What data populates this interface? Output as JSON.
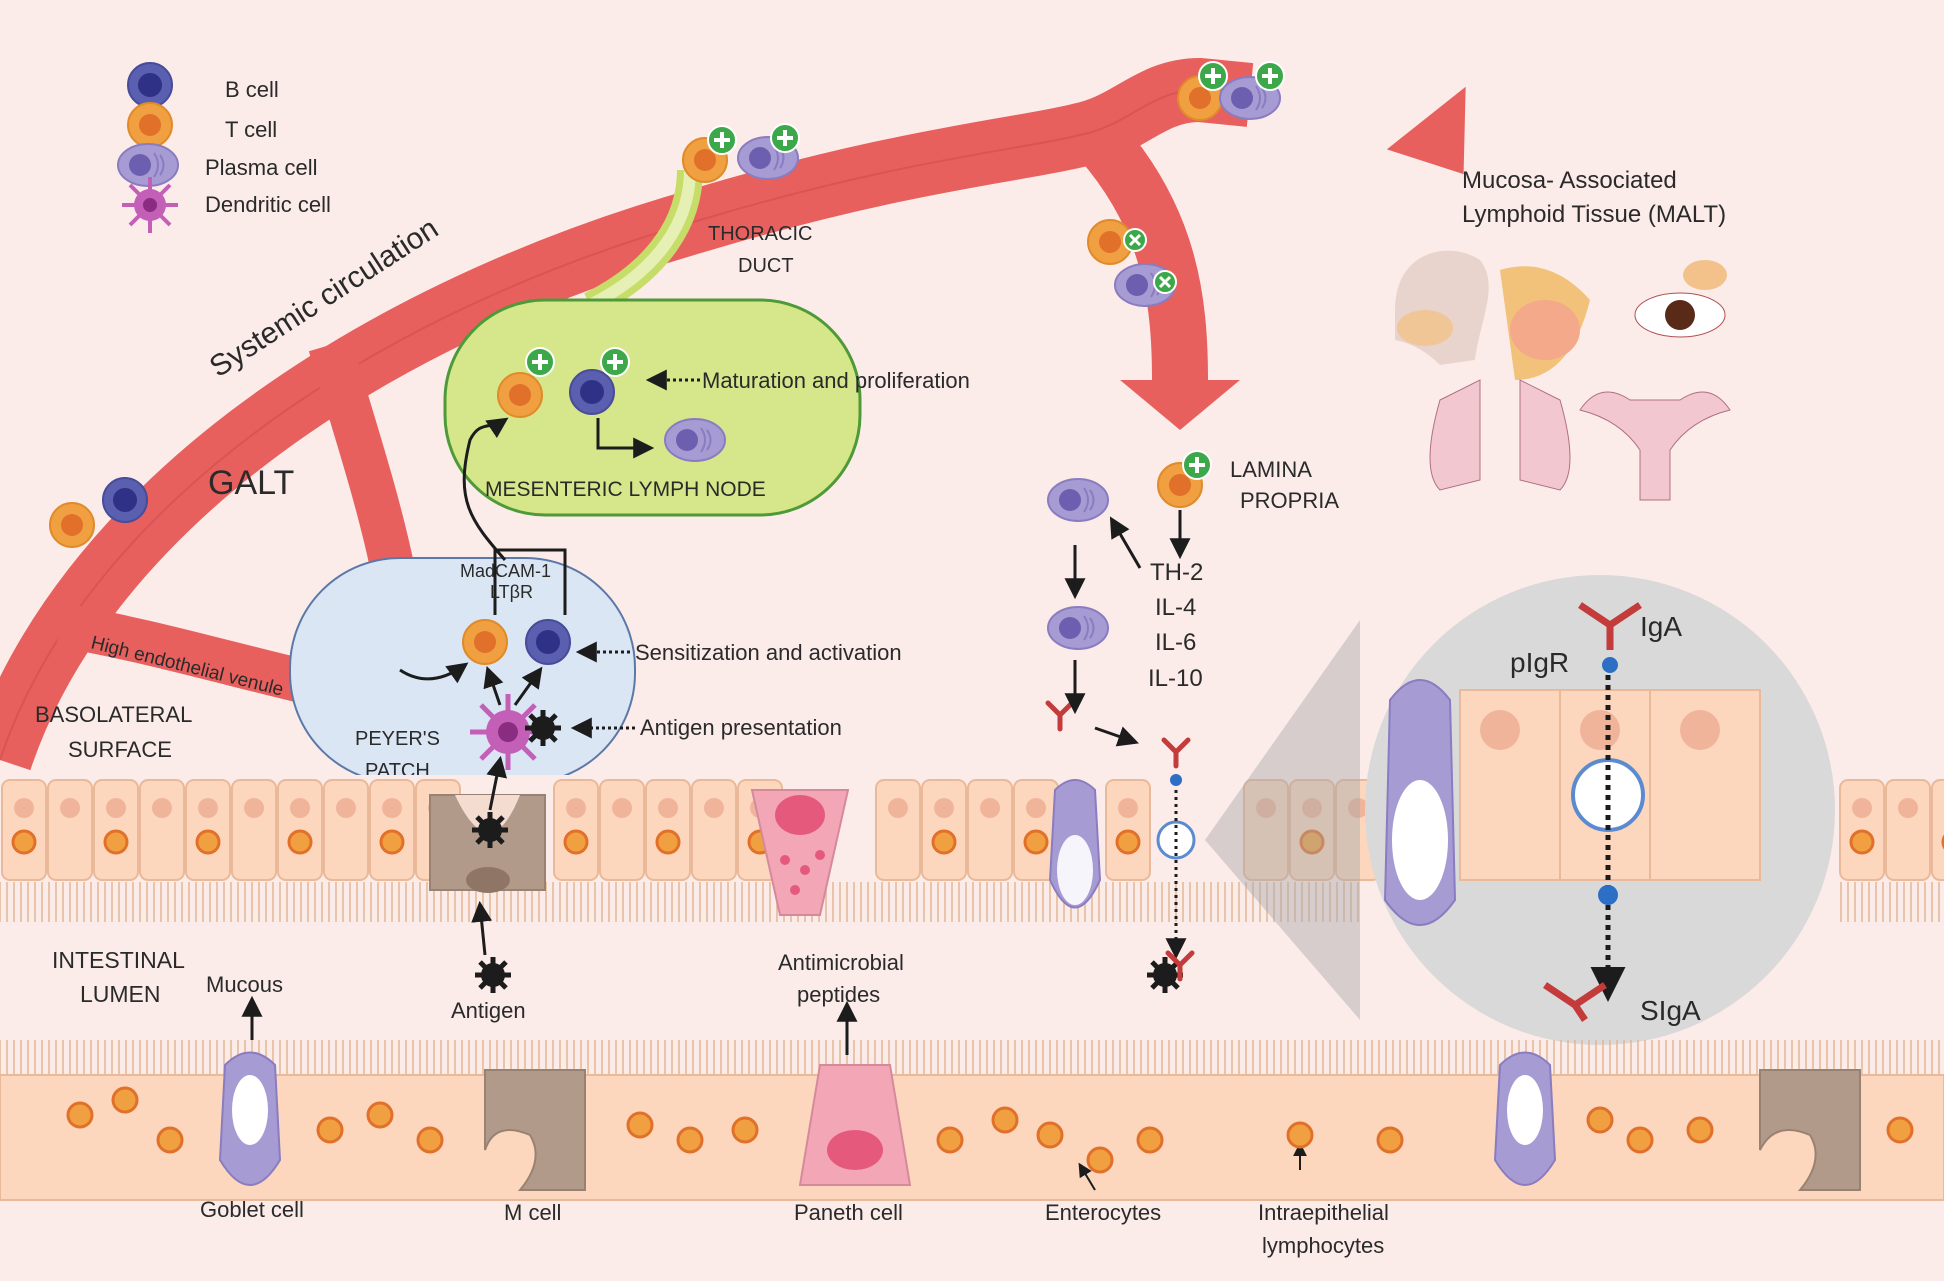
{
  "legend": {
    "b_cell": "B cell",
    "t_cell": "T cell",
    "plasma_cell": "Plasma cell",
    "dendritic_cell": "Dendritic cell"
  },
  "labels": {
    "systemic_circulation": "Systemic circulation",
    "galt": "GALT",
    "high_endothelial_venule": "High endothelial venule",
    "thoracic_duct_1": "THORACIC",
    "thoracic_duct_2": "DUCT",
    "maturation": "Maturation and proliferation",
    "mesenteric_lymph_node": "MESENTERIC LYMPH NODE",
    "madcam": "MadCAM-1",
    "ltbr": "LTβR",
    "sensitization": "Sensitization and activation",
    "antigen_presentation": "Antigen presentation",
    "peyers_1": "PEYER'S",
    "peyers_2": "PATCH",
    "basolateral_1": "BASOLATERAL",
    "basolateral_2": "SURFACE",
    "intestinal_1": "INTESTINAL",
    "intestinal_2": "LUMEN",
    "mucous": "Mucous",
    "antigen": "Antigen",
    "antimicrobial_1": "Antimicrobial",
    "antimicrobial_2": "peptides",
    "goblet_cell": "Goblet cell",
    "m_cell": "M cell",
    "paneth_cell": "Paneth cell",
    "enterocytes": "Enterocytes",
    "iel_1": "Intraepithelial",
    "iel_2": "lymphocytes",
    "lamina_1": "LAMINA",
    "lamina_2": "PROPRIA",
    "th2": "TH-2",
    "il4": "IL-4",
    "il6": "IL-6",
    "il10": "IL-10",
    "malt_1": "Mucosa- Associated",
    "malt_2": "Lymphoid Tissue (MALT)",
    "iga": "IgA",
    "pigr": "pIgR",
    "siga": "SIgA"
  },
  "colors": {
    "vessel": "#e8605e",
    "vessel_dark": "#c84947",
    "b_cell": "#5a5fb0",
    "t_cell": "#f0a040",
    "plasma": "#a79bd3",
    "dendritic": "#c45fb8",
    "lymph_node": "#d6e68a",
    "peyers": "#dbe6f4",
    "epithelium": "#fcd7bd",
    "goblet": "#a79bd3",
    "m_cell": "#b29a8a",
    "paneth": "#f2a6b6",
    "plus_badge": "#3da84a"
  }
}
